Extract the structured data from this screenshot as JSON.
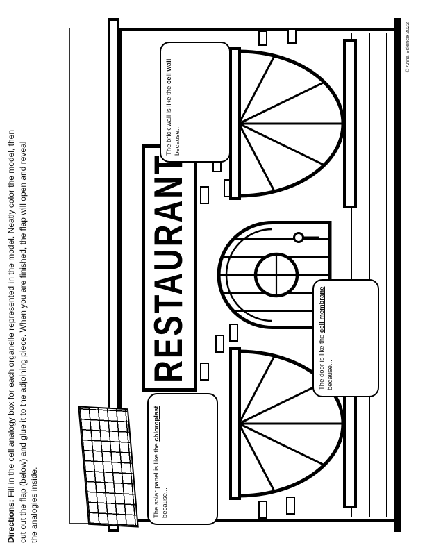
{
  "directions": {
    "label": "Directions:",
    "line1": " Fill in the cell analogy box for each organelle represented in the model. Neatly color the model, then",
    "line2": "cut out the flap (below) and glue it to the adjoining piece. When you are finished, the flap will open and reveal",
    "line3": "the analogies inside."
  },
  "sign": {
    "text": "RESTAURANT"
  },
  "callouts": {
    "chloroplast": {
      "prefix": "The solar panel is like the ",
      "term": "chloroplast",
      "because": "because..."
    },
    "cell_wall": {
      "prefix": "The brick wall is like the ",
      "term": "cell wall",
      "because": "because..."
    },
    "cell_membrane": {
      "prefix": "The door is like the ",
      "term": "cell membrane",
      "because": "because..."
    }
  },
  "copyright": {
    "text": "© Anna Science 2022"
  }
}
